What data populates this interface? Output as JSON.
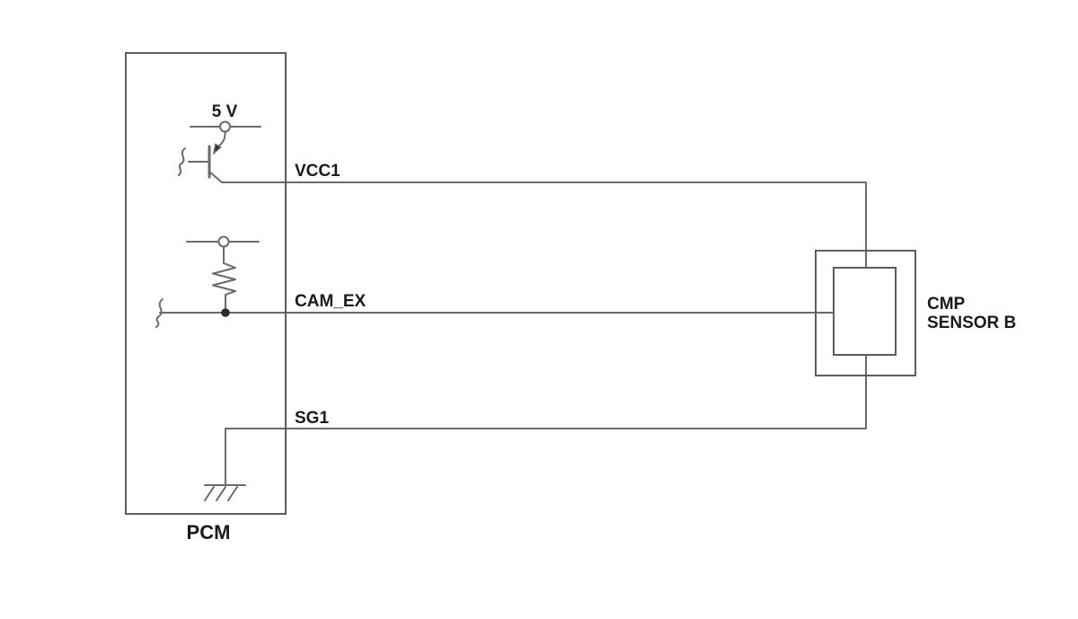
{
  "diagram": {
    "type": "wiring-schematic",
    "background": "#ffffff",
    "colors": {
      "wire": "#6a6a6c",
      "box": "#5d5d5f",
      "text": "#1a1a1a",
      "junction": "#2b2b2d",
      "pin_fill": "#ffffff"
    },
    "pcm": {
      "label": "PCM"
    },
    "sensor": {
      "name_line1": "CMP",
      "name_line2": "SENSOR B"
    },
    "supply": {
      "label": "5 V"
    },
    "nets": {
      "vcc1": {
        "label": "VCC1"
      },
      "cam_ex": {
        "label": "CAM_EX"
      },
      "sg1": {
        "label": "SG1"
      }
    },
    "components": {
      "transistor": "pnp-transistor-icon",
      "resistor": "pullup-resistor-icon",
      "ground": "chassis-ground-icon",
      "supply_pin": "terminal-pin-icon",
      "resistor_pin": "terminal-pin-icon",
      "junction": "junction-dot-icon",
      "wire_break": "wire-continuation-squiggle-icon"
    }
  }
}
